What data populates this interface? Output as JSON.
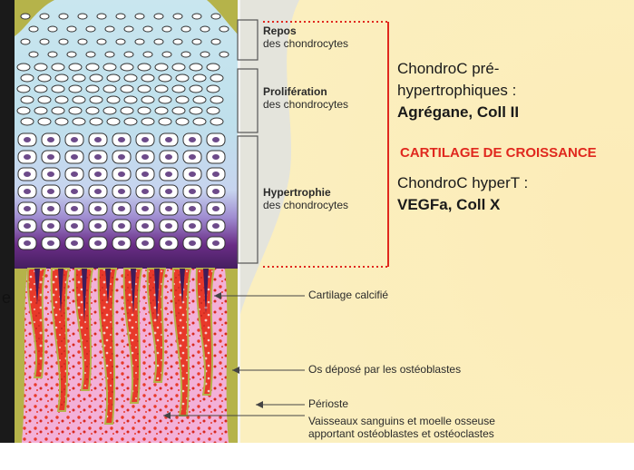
{
  "zones": {
    "repos": {
      "title": "Repos",
      "subtitle": "des chondrocytes"
    },
    "proliferation": {
      "title": "Prolifération",
      "subtitle": "des chondrocytes"
    },
    "hypertrophie": {
      "title": "Hypertrophie",
      "subtitle": "des chondrocytes"
    }
  },
  "annotations": {
    "cartilage_calcifie": "Cartilage calcifié",
    "os_depose": "Os déposé par les ostéoblastes",
    "perioste": "Périoste",
    "vaisseaux_line1": "Vaisseaux sanguins et moelle osseuse",
    "vaisseaux_line2": "apportant ostéoblastes et ostéoclastes"
  },
  "notes": {
    "pre_hyper_line1": "ChondroC pré-",
    "pre_hyper_line2": "hypertrophiques :",
    "pre_hyper_markers": "Agrégane, Coll II",
    "growth_cartilage": "CARTILAGE DE CROISSANCE",
    "hyper_line1": "ChondroC hyperT :",
    "hyper_markers": "VEGFa, Coll X"
  },
  "edge_letter": "e",
  "colors": {
    "background_yellow": "#fbefbf",
    "cartilage_blue": "#bfe0ec",
    "purple_band": "#6a2d86",
    "bone_red": "#e8392a",
    "accent_red": "#e0281e",
    "periosteum_green": "#b5b34a"
  }
}
